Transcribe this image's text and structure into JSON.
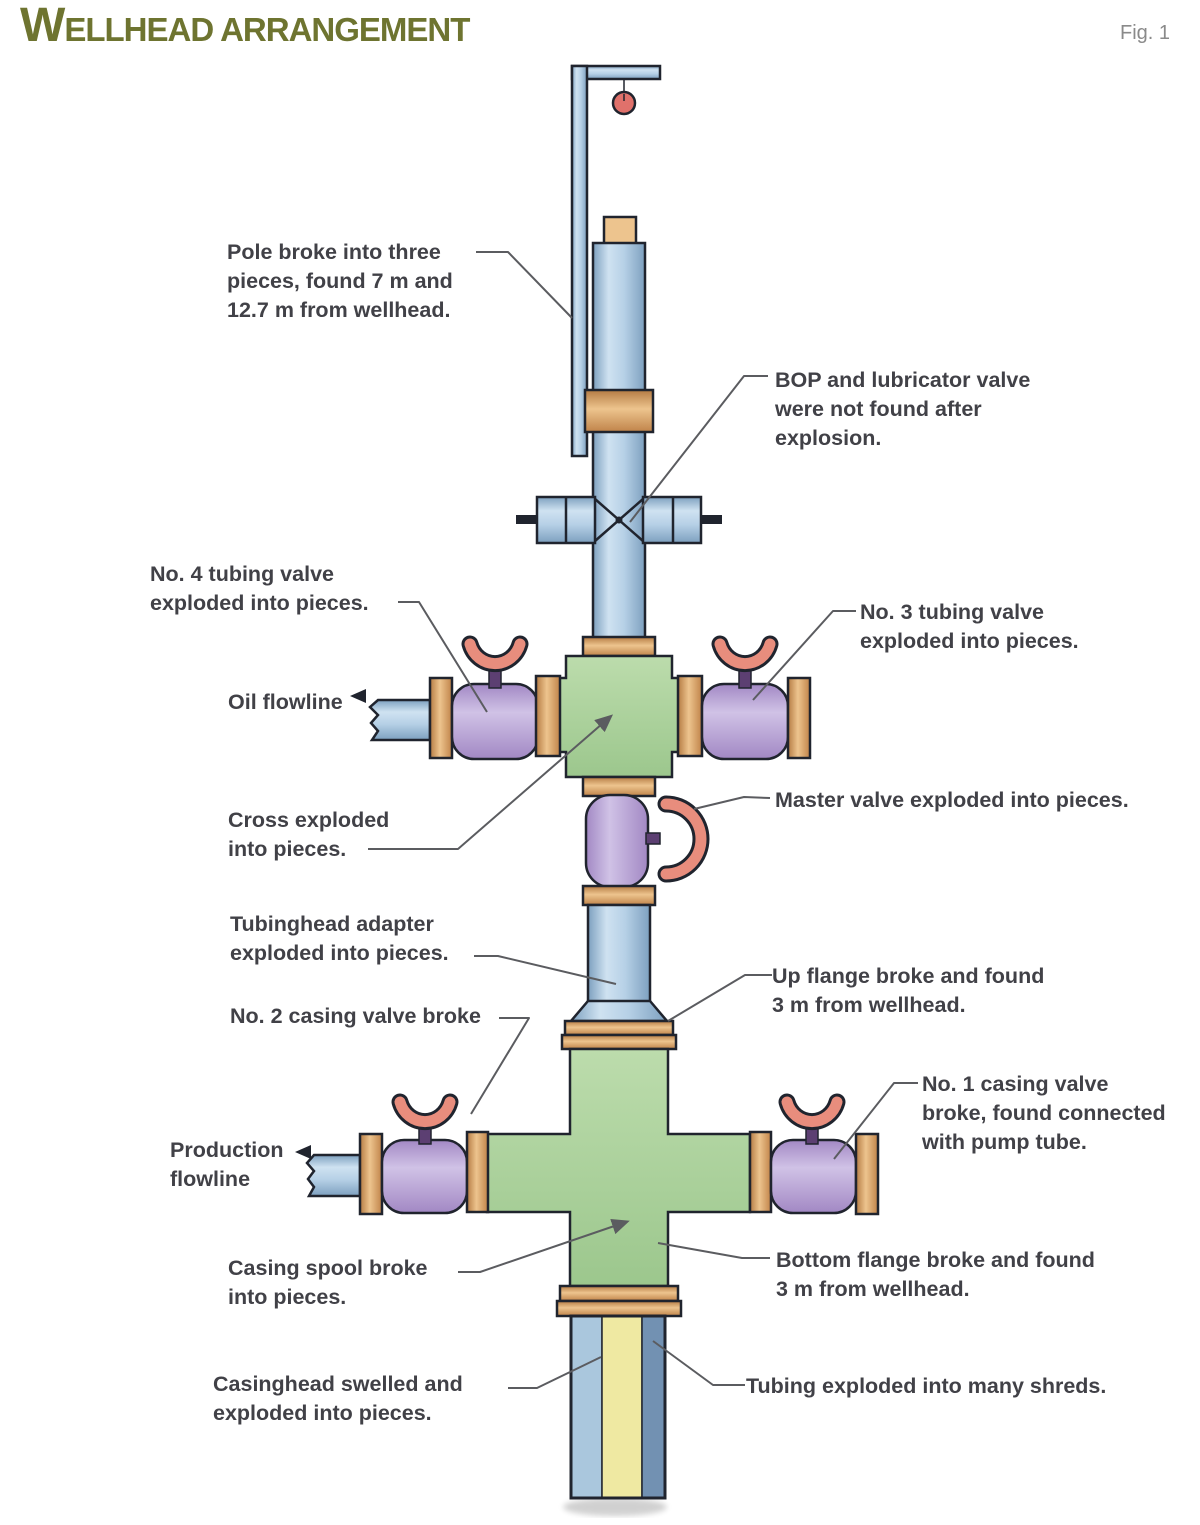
{
  "page": {
    "title_initial": "W",
    "title_rest": "ELLHEAD ARRANGEMENT",
    "figure_label": "Fig. 1"
  },
  "labels": {
    "pole": {
      "text": "Pole broke into three\npieces, found 7 m and\n12.7 m from wellhead."
    },
    "bop": {
      "text": "BOP and lubricator valve\nwere not found after\nexplosion."
    },
    "no4": {
      "text": "No. 4 tubing valve\nexploded into pieces."
    },
    "oil": {
      "text": "Oil flowline"
    },
    "no3": {
      "text": "No. 3 tubing valve\nexploded into pieces."
    },
    "cross": {
      "text": "Cross exploded\ninto pieces."
    },
    "master": {
      "text": "Master valve exploded into pieces."
    },
    "tubinghead": {
      "text": "Tubinghead adapter\nexploded into pieces."
    },
    "upflange": {
      "text": "Up flange broke and found\n3 m from wellhead."
    },
    "no2": {
      "text": "No. 2 casing valve broke"
    },
    "no1": {
      "text": "No. 1 casing valve\nbroke, found connected\nwith pump tube."
    },
    "production": {
      "text": "Production\nflowline"
    },
    "spool": {
      "text": "Casing spool broke\ninto pieces."
    },
    "bottomflange": {
      "text": "Bottom flange broke and found\n3 m from wellhead."
    },
    "casinghead": {
      "text": "Casinghead swelled and\nexploded into pieces."
    },
    "tubing": {
      "text": "Tubing exploded into many shreds."
    }
  },
  "colors": {
    "olive": "#6e7430",
    "fig-gray": "#8a8a8a",
    "text": "#414147",
    "outline": "#20242e",
    "callout": "#5b5c60",
    "pipe-light": "#cfe2f1",
    "pipe-mid": "#b6d0e6",
    "pipe-dark": "#7da0bf",
    "green-light": "#bcdcac",
    "green-dark": "#9cc78d",
    "purple-light": "#d0c2e6",
    "purple-dark": "#a288c4",
    "tan-light": "#edc48e",
    "tan-dark": "#b57b43",
    "tan-mid": "#c08349",
    "handle-red": "#e88d7d",
    "red-ball": "#e0716b",
    "casing-left": "#aac7dd",
    "casing-yellow": "#efe9a2",
    "casing-right": "#7291b2"
  }
}
